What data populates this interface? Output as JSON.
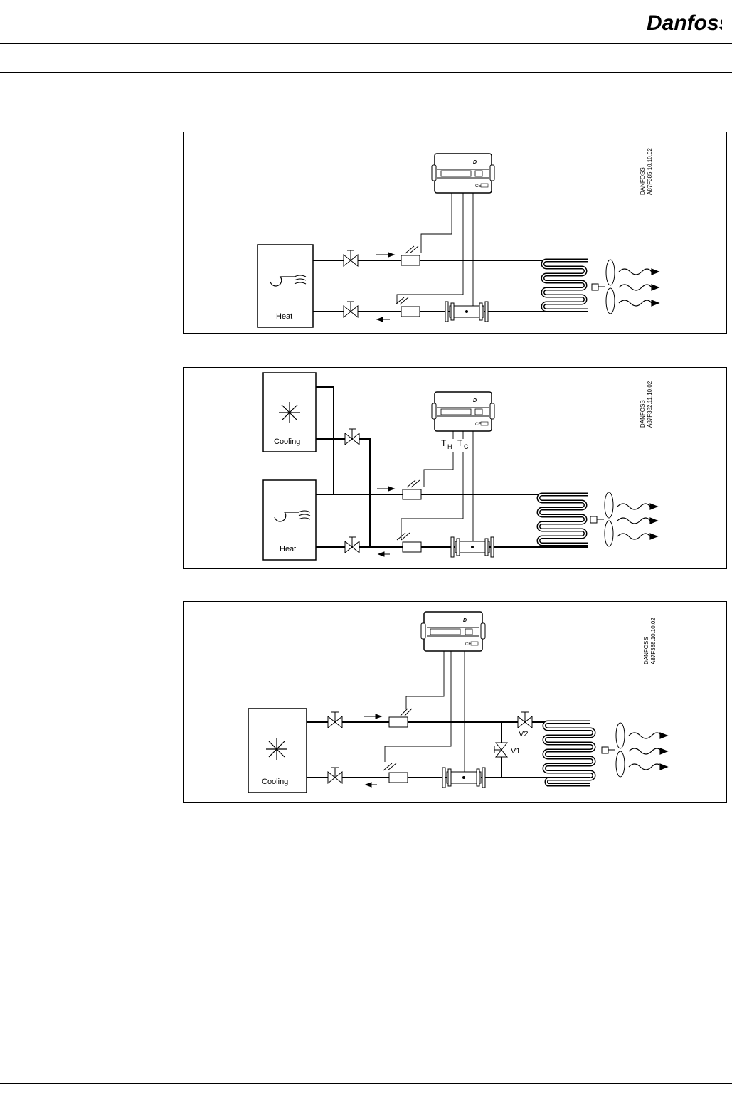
{
  "brand": {
    "logo_text": "Danfoss"
  },
  "diagrams": [
    {
      "ref_code_1": "DANFOSS",
      "ref_code_2": "A87F385.10.10.02",
      "heat_label": "Heat"
    },
    {
      "ref_code_1": "DANFOSS",
      "ref_code_2": "A87F382.11.10.02",
      "cooling_label": "Cooling",
      "heat_label": "Heat",
      "sensor_hot": "T",
      "sensor_hot_sub": "H",
      "sensor_cold": "T",
      "sensor_cold_sub": "C"
    },
    {
      "ref_code_1": "DANFOSS",
      "ref_code_2": "A87F388.10.10.02",
      "cooling_label": "Cooling",
      "valve_1": "V1",
      "valve_2": "V2"
    }
  ]
}
